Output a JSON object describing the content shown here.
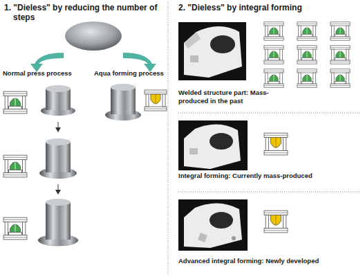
{
  "diagram": {
    "nodes": [
      {
        "text": [
          "1. \"Dieless\" by reducing the number of steps"
        ]
      },
      {
        "text": [
          "2. \"Dieless\" by integral forming"
        ]
      },
      {
        "text": [
          "Normal press process"
        ],
        "in": 0
      },
      {
        "text": [
          "Aqua forming process"
        ],
        "in": 0
      },
      {
        "text": [
          "Welded structure part: Mass-produced in the past"
        ],
        "in": 1
      },
      {
        "text": [
          "Integral forming: Currently mass-produced"
        ],
        "in": 1
      },
      {
        "text": [
          "Advanced integral forming: Newly developed"
        ],
        "in": 1
      }
    ]
  }
}
